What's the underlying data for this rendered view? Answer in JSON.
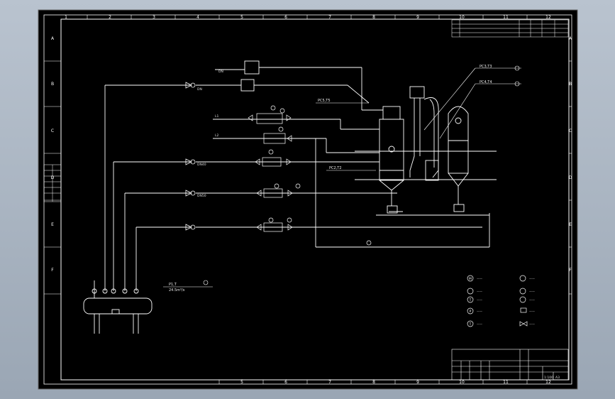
{
  "border": {
    "cols_top": [
      "1",
      "2",
      "3",
      "4",
      "5",
      "6",
      "7",
      "8",
      "9",
      "10",
      "11",
      "12"
    ],
    "cols_bottom": [
      "5",
      "6",
      "7",
      "8",
      "9",
      "10",
      "11",
      "12"
    ],
    "rows_left": [
      "A",
      "B",
      "C",
      "D",
      "E",
      "F"
    ],
    "rows_right": [
      "A",
      "B",
      "C",
      "D",
      "E",
      "F"
    ]
  },
  "labels": {
    "pc3": "PC3,T3",
    "pc4": "PC4,T4",
    "pc5": "PC5,T5",
    "pc2": "PC2,T2",
    "p1": "P1,T",
    "pressure": "24.5m³/s",
    "dn_a": "DN",
    "dn_b": "DN",
    "line_l1": "L1",
    "line_l2": "L2",
    "line_dn40": "DN40",
    "line_dn50": "DN50"
  },
  "legend": {
    "items_left": [
      {
        "symbol": "M",
        "text": "——"
      },
      {
        "symbol": "",
        "text": "——"
      },
      {
        "symbol": "T",
        "text": "——"
      },
      {
        "symbol": "P",
        "text": "——"
      },
      {
        "symbol": "T",
        "text": "——"
      }
    ],
    "items_right": [
      {
        "symbol": "",
        "text": "——"
      },
      {
        "symbol": "",
        "text": "——"
      },
      {
        "symbol": "",
        "text": "——"
      },
      {
        "symbol": "",
        "text": "——"
      },
      {
        "symbol": "",
        "text": "——"
      }
    ]
  },
  "title_block": {
    "row1": "",
    "scale": "1:100",
    "sheet": "A3"
  },
  "colors": {
    "background": "#000000",
    "line": "#ffffff",
    "accent": "#7f7f7f"
  }
}
